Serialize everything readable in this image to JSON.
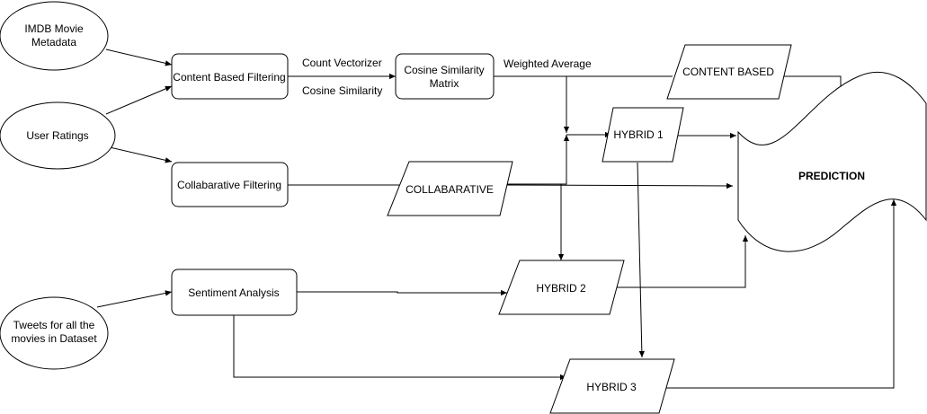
{
  "nodes": {
    "imdb": [
      "IMDB Movie",
      "Metadata"
    ],
    "user_ratings": "User Ratings",
    "tweets": [
      "Tweets for all the",
      "movies in Dataset"
    ],
    "content_filtering": "Content Based Filtering",
    "collab_filtering": "Collabarative Filtering",
    "sentiment": "Sentiment Analysis",
    "cosine_matrix": [
      "Cosine Similarity",
      "Matrix"
    ],
    "content_based": "CONTENT BASED",
    "collaborative": "COLLABARATIVE",
    "hybrid1": "HYBRID 1",
    "hybrid2": "HYBRID 2",
    "hybrid3": "HYBRID 3",
    "prediction": "PREDICTION"
  },
  "edge_labels": {
    "count_vectorizer": "Count Vectorizer",
    "cosine_similarity": "Cosine Similarity",
    "weighted_average": "Weighted Average"
  }
}
